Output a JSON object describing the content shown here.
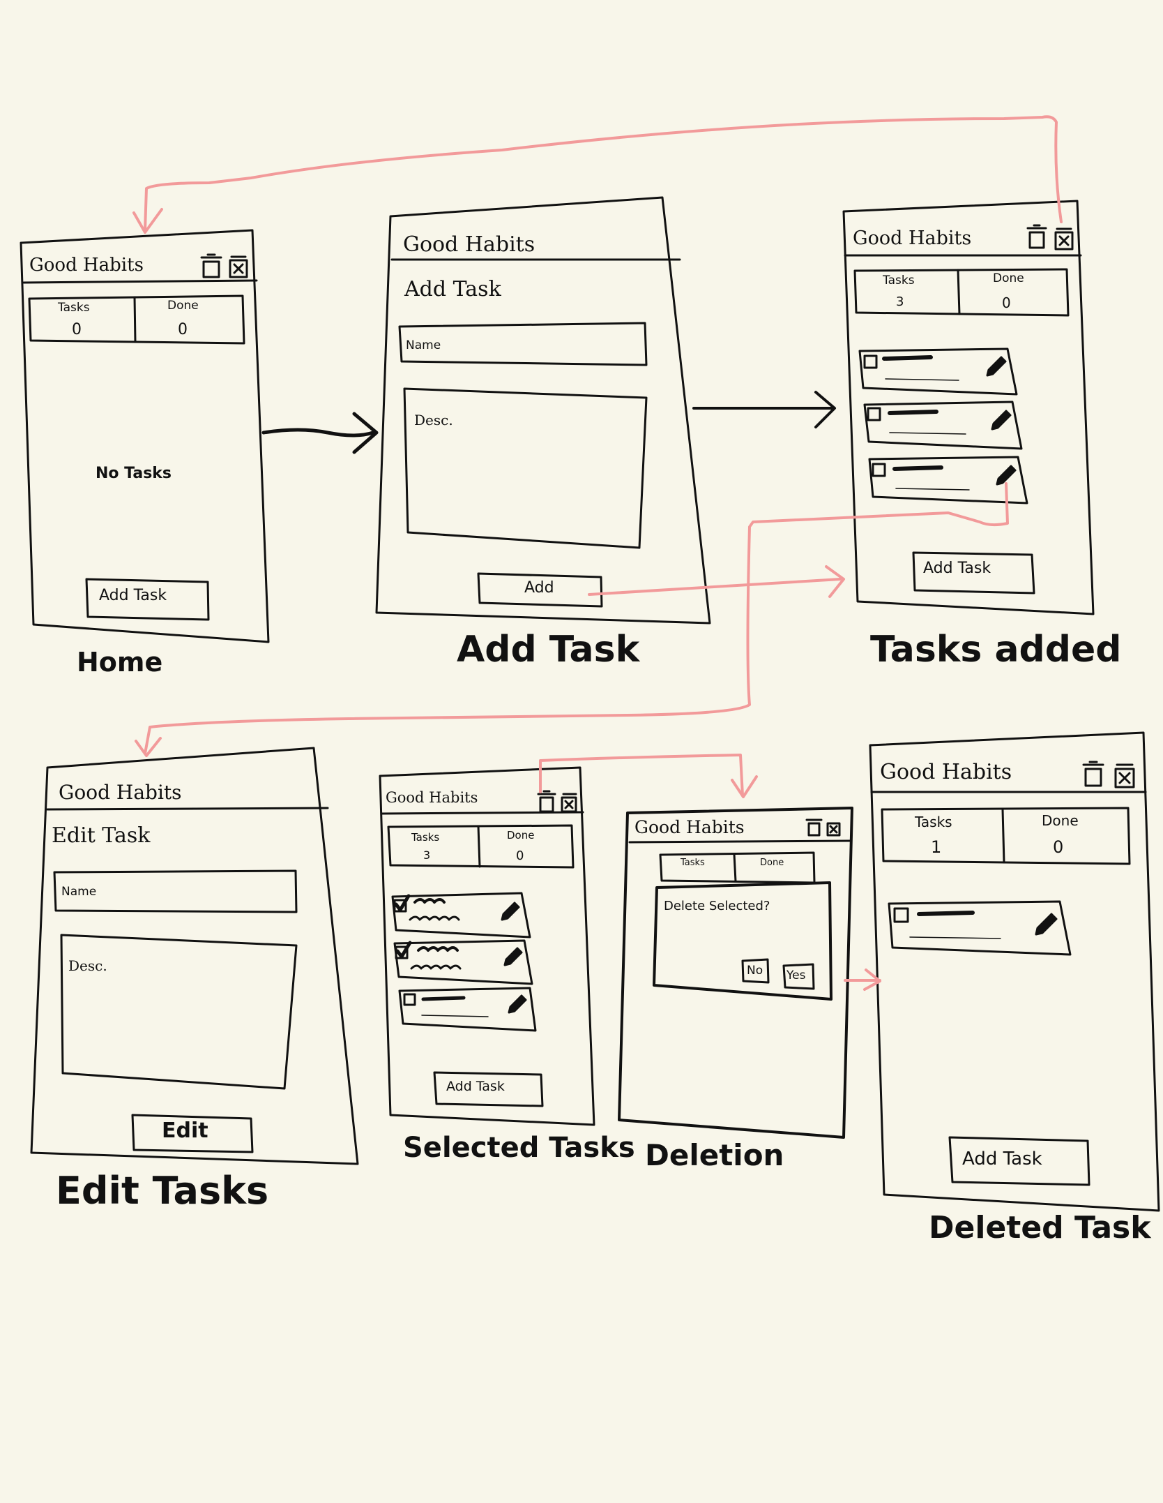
{
  "app_name": "Good Habits",
  "labels": {
    "tasks": "Tasks",
    "done": "Done",
    "add_task": "Add Task",
    "name": "Name",
    "desc": "Desc.",
    "no_tasks": "No Tasks",
    "add": "Add",
    "edit": "Edit",
    "edit_task": "Edit Task",
    "delete_prompt": "Delete Selected?",
    "no": "No",
    "yes": "Yes"
  },
  "screens": {
    "home": {
      "caption": "Home",
      "tasks_count": "0",
      "done_count": "0"
    },
    "add_task": {
      "caption": "Add Task"
    },
    "tasks_added": {
      "caption": "Tasks added",
      "tasks_count": "3",
      "done_count": "0"
    },
    "edit_tasks": {
      "caption": "Edit Tasks"
    },
    "selected_tasks": {
      "caption": "Selected Tasks",
      "tasks_count": "3",
      "done_count": "0"
    },
    "deletion": {
      "caption": "Deletion"
    },
    "deleted_task": {
      "caption": "Deleted Task",
      "tasks_count": "1",
      "done_count": "0"
    }
  },
  "colors": {
    "ink": "#111111",
    "flow_arrow": "#f29a9a",
    "paper": "#f8f6ea"
  },
  "icons": [
    "trash-icon",
    "close-box-icon",
    "pencil-icon",
    "checkbox-icon",
    "checkmark-icon"
  ]
}
